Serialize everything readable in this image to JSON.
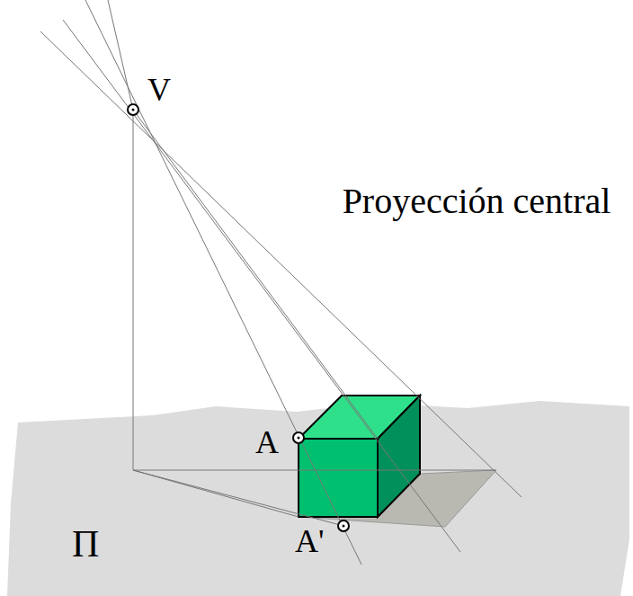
{
  "diagram": {
    "title": "Proyección central",
    "labels": [
      "V",
      "A",
      "A'",
      "Π"
    ]
  }
}
